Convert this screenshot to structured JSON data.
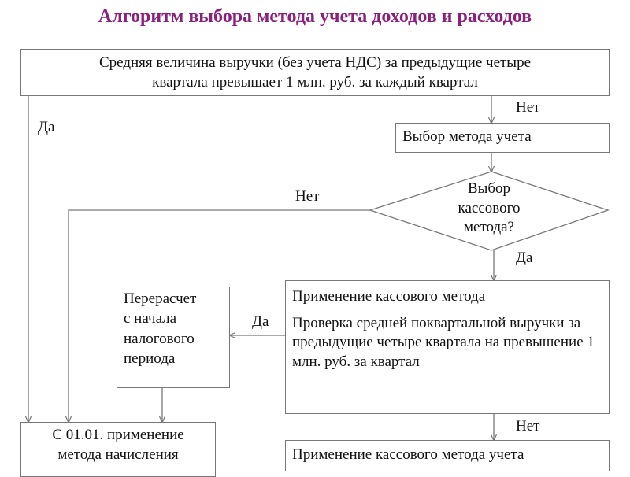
{
  "title": "Алгоритм выбора метода учета доходов и расходов",
  "nodes": {
    "revenue_condition": {
      "line1": "Средняя величина выручки (без учета НДС) за предыдущие четыре",
      "line2": "квартала превышает 1 млн. руб. за каждый квартал"
    },
    "choose_method": "Выбор метода учета",
    "cash_decision": {
      "line1": "Выбор",
      "line2": "кассового",
      "line3": "метода?"
    },
    "cash_method": {
      "text1": "Применение кассового метода",
      "text2": "Проверка средней поквартальной выручки за предыдущие четыре квартала на превышение 1 млн. руб. за квартал"
    },
    "recalculation": {
      "line1": "Перерасчет",
      "line2": "с начала",
      "line3": "налогового",
      "line4": "периода"
    },
    "accrual_method": {
      "line1": "С 01.01. применение",
      "line2": "метода начисления"
    },
    "cash_method_final": "Применение кассового метода учета"
  },
  "edge_labels": {
    "revenue_yes": "Да",
    "revenue_no": "Нет",
    "decision_no": "Нет",
    "decision_yes": "Да",
    "check_yes": "Да",
    "check_no": "Нет"
  },
  "colors": {
    "title": "#8b1f7e",
    "line": "#777777"
  }
}
